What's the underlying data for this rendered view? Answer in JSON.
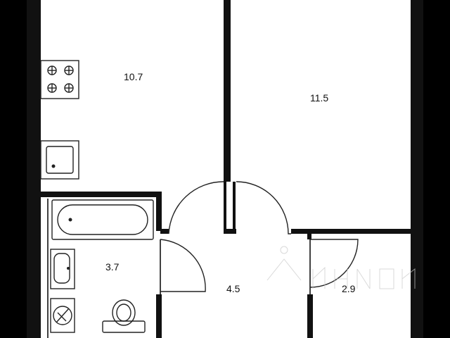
{
  "plan": {
    "rooms": [
      {
        "id": "kitchen",
        "area": "10.7"
      },
      {
        "id": "room",
        "area": "11.5"
      },
      {
        "id": "bathroom",
        "area": "3.7"
      },
      {
        "id": "hallway",
        "area": "4.5"
      },
      {
        "id": "storage",
        "area": "2.9"
      }
    ],
    "colors": {
      "wall": "#111111",
      "background": "#ffffff",
      "frame": "#000000"
    },
    "icons": [
      "stove-icon",
      "sink-icon",
      "bathtub-icon",
      "washbasin-icon",
      "washing-machine-icon",
      "toilet-icon"
    ]
  }
}
